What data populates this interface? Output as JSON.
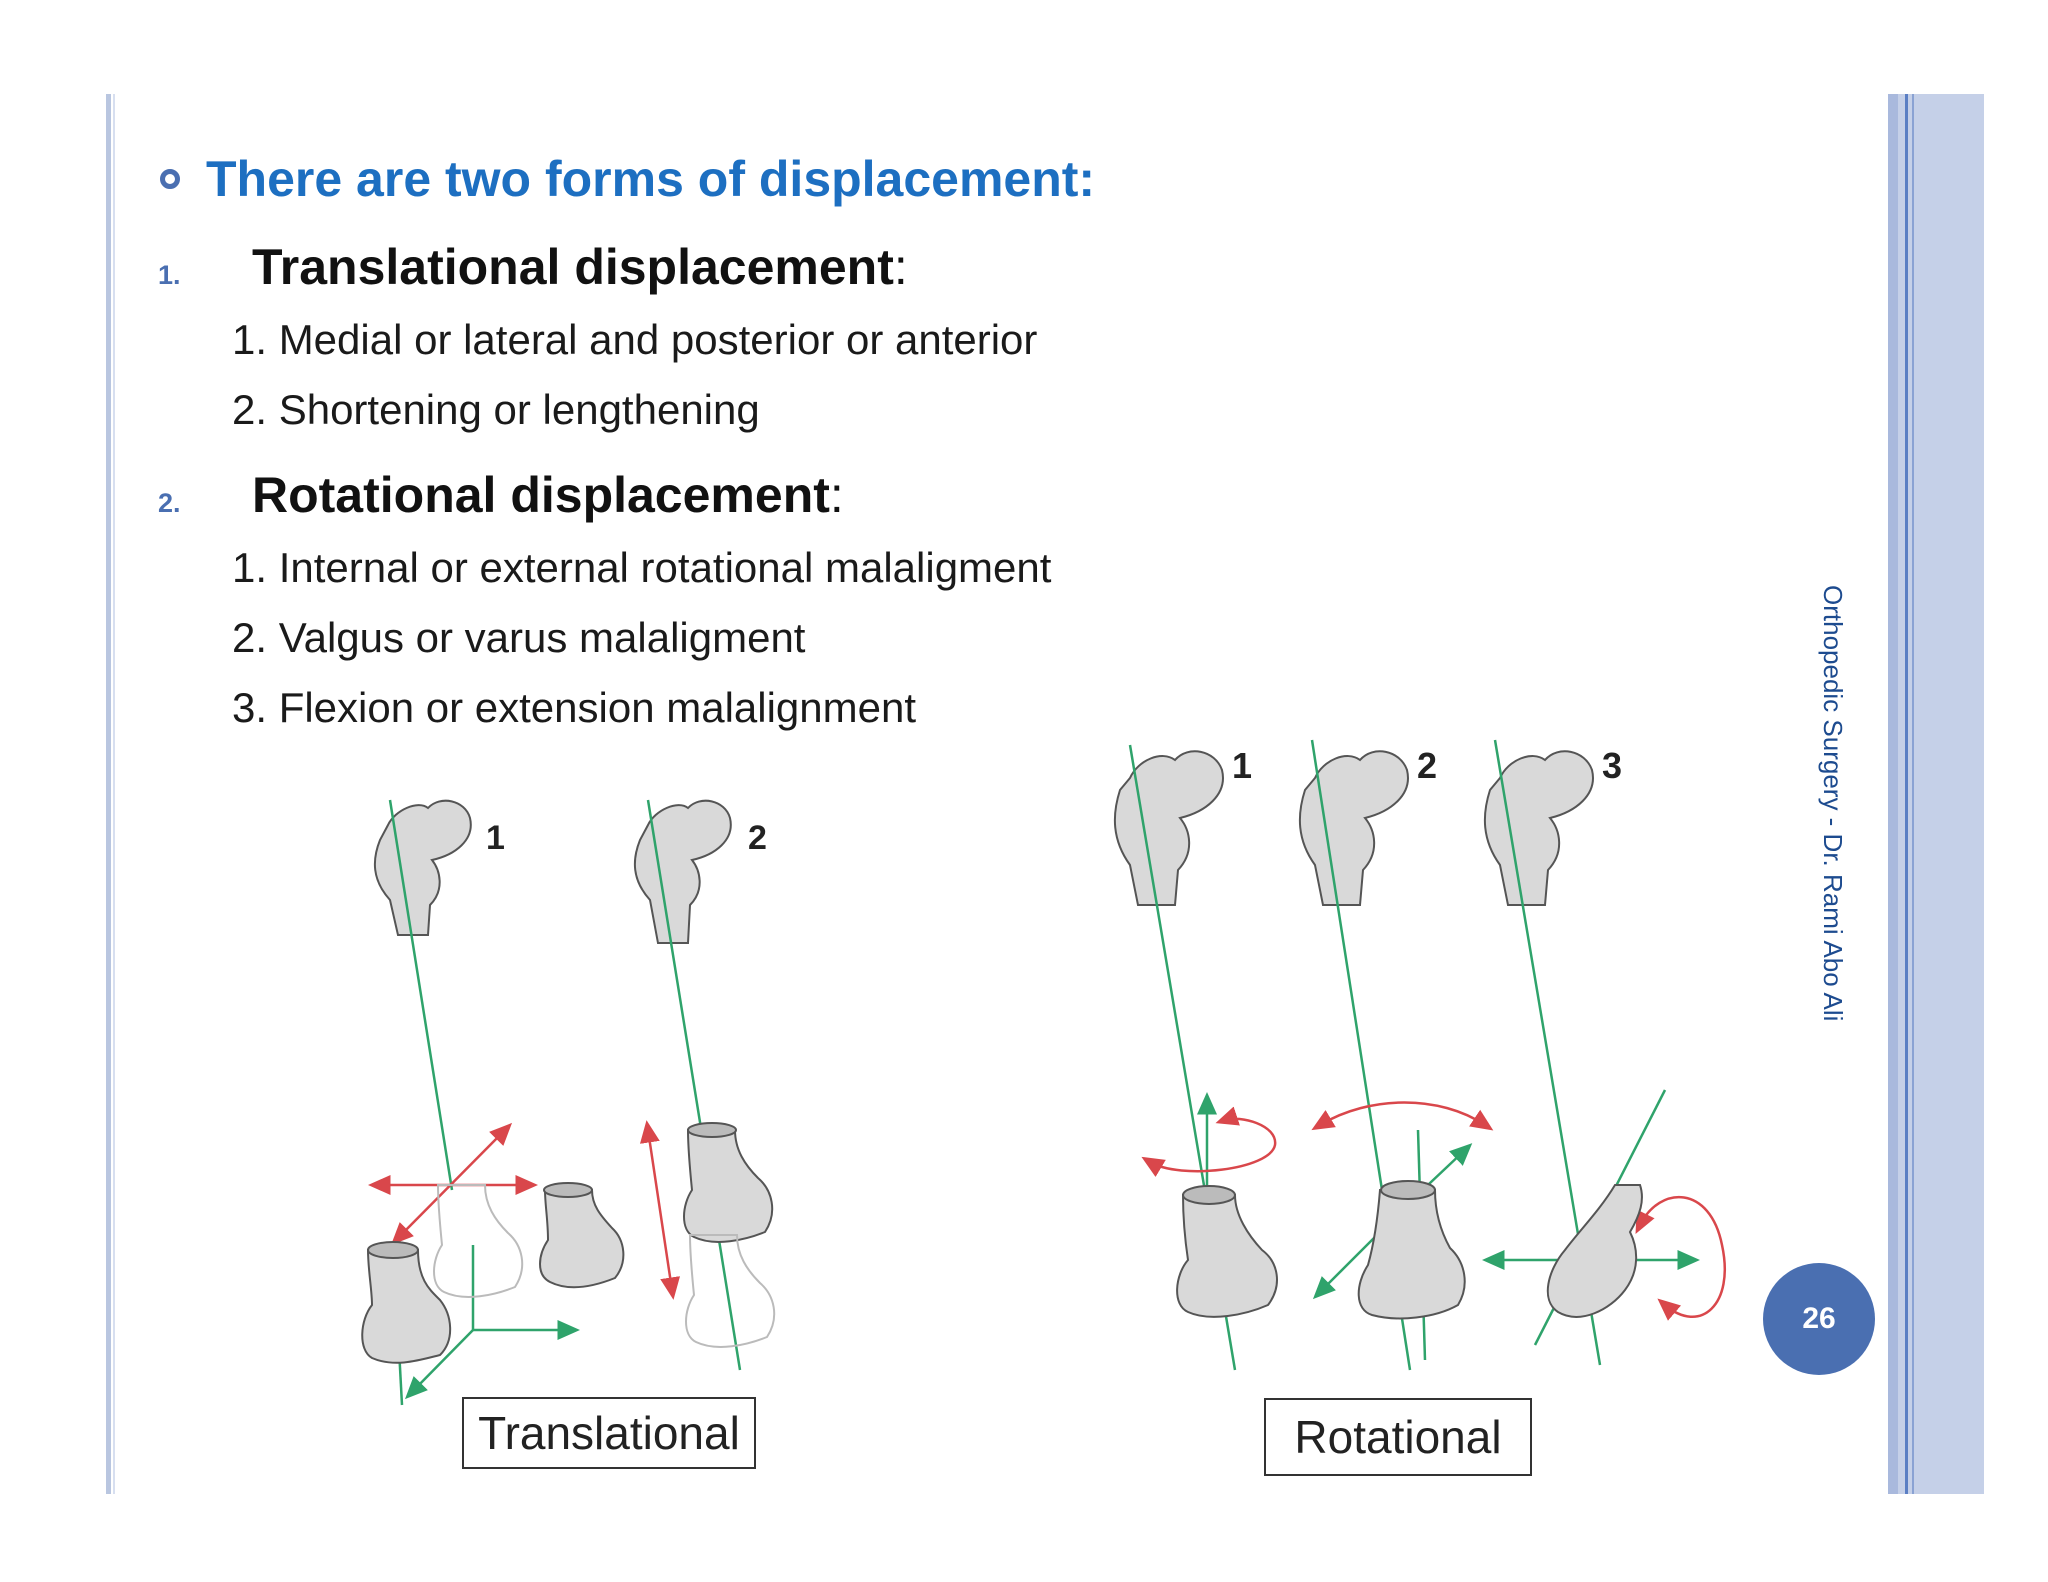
{
  "heading": "There are two forms of displacement:",
  "items": [
    {
      "number": "1.",
      "title": "Translational displacement",
      "colon": ":",
      "subitems": [
        "1. Medial or lateral and posterior or anterior",
        "2. Shortening or lengthening"
      ]
    },
    {
      "number": "2.",
      "title": "Rotational displacement",
      "colon": ":",
      "subitems": [
        "1. Internal or external rotational malaligment",
        "2. Valgus or varus malaligment",
        "3. Flexion or extension malalignment"
      ]
    }
  ],
  "figure": {
    "translational": {
      "caption": "Translational",
      "labels": [
        "1",
        "2"
      ]
    },
    "rotational": {
      "caption": "Rotational",
      "labels": [
        "1",
        "2",
        "3"
      ]
    }
  },
  "side_text": "Orthopedic Surgery - Dr. Rami Abo Ali",
  "page_number": "26",
  "colors": {
    "heading": "#1d6fc1",
    "accent": "#4a6fb1",
    "band": "#c5d0e8",
    "axis": "#2fa36b",
    "arrow": "#d9474b"
  }
}
